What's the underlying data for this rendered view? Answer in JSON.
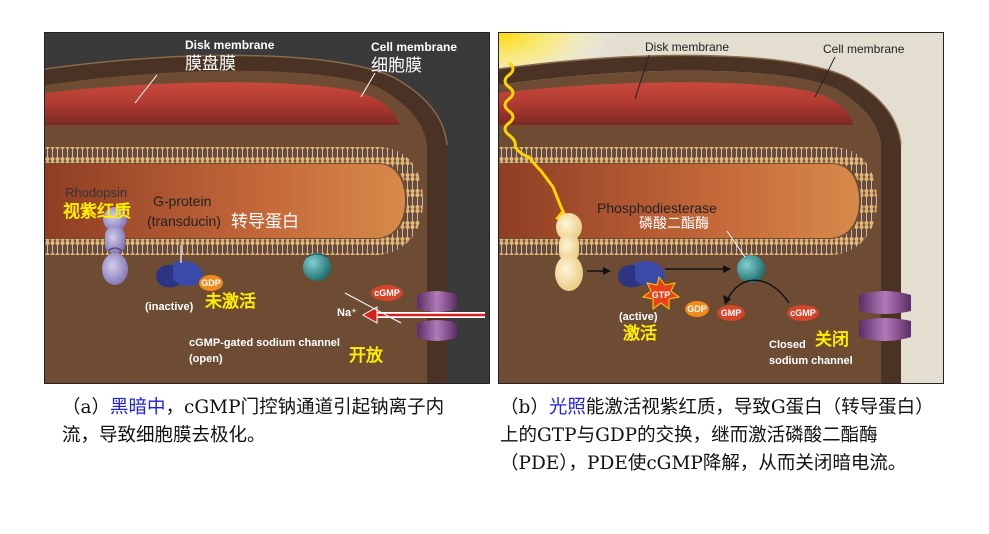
{
  "panel_a": {
    "disk_membrane_en": "Disk membrane",
    "disk_membrane_zh": "膜盘膜",
    "cell_membrane_en": "Cell membrane",
    "cell_membrane_zh": "细胞膜",
    "rhodopsin_en": "Rhodopsin",
    "rhodopsin_zh": "视紫红质",
    "gprotein_en_1": "G-protein",
    "gprotein_en_2": "(transducin)",
    "gprotein_zh": "转导蛋白",
    "gdp": "GDP",
    "inactive_en": "(inactive)",
    "inactive_zh": "未激活",
    "cgmp": "cGMP",
    "na_ion": "Na⁺",
    "channel_en_1": "cGMP-gated sodium channel",
    "channel_en_2": "(open)",
    "open_zh": "开放"
  },
  "panel_b": {
    "disk_membrane_en": "Disk membrane",
    "cell_membrane_en": "Cell membrane",
    "pde_en": "Phosphodiesterase",
    "pde_zh": "磷酸二酯酶",
    "gtp": "GTP",
    "gdp": "GDP",
    "gmp_1": "GMP",
    "cgmp": "cGMP",
    "active_en": "(active)",
    "active_zh": "激活",
    "closed_en_1": "Closed",
    "closed_en_2": "sodium channel",
    "closed_zh": "关闭"
  },
  "captions": {
    "a_prefix": "（a）",
    "a_highlight": "黑暗中",
    "a_text": "，cGMP门控钠通道引起钠离子内流，导致细胞膜去极化。",
    "b_prefix": "（b）",
    "b_highlight": "光照",
    "b_text": "能激活视紫红质，导致G蛋白（转导蛋白）上的GTP与GDP的交换，继而激活磷酸二酯酶（PDE），PDE使cGMP降解，从而关闭暗电流。"
  },
  "colors": {
    "highlight": "#1f23e0",
    "yellow_label": "#ffee00",
    "cytoplasm": "#6b4a33",
    "disk_red": "#a8322a",
    "gdp_orange": "#f08a1a",
    "cgmp_red": "#d4452a",
    "channel_purple": "#8a4f8e",
    "pde_teal": "#2a8a8a",
    "rhodopsin_lavender": "#9a8ec6",
    "rhodopsin_active": "#f3dfa0"
  }
}
